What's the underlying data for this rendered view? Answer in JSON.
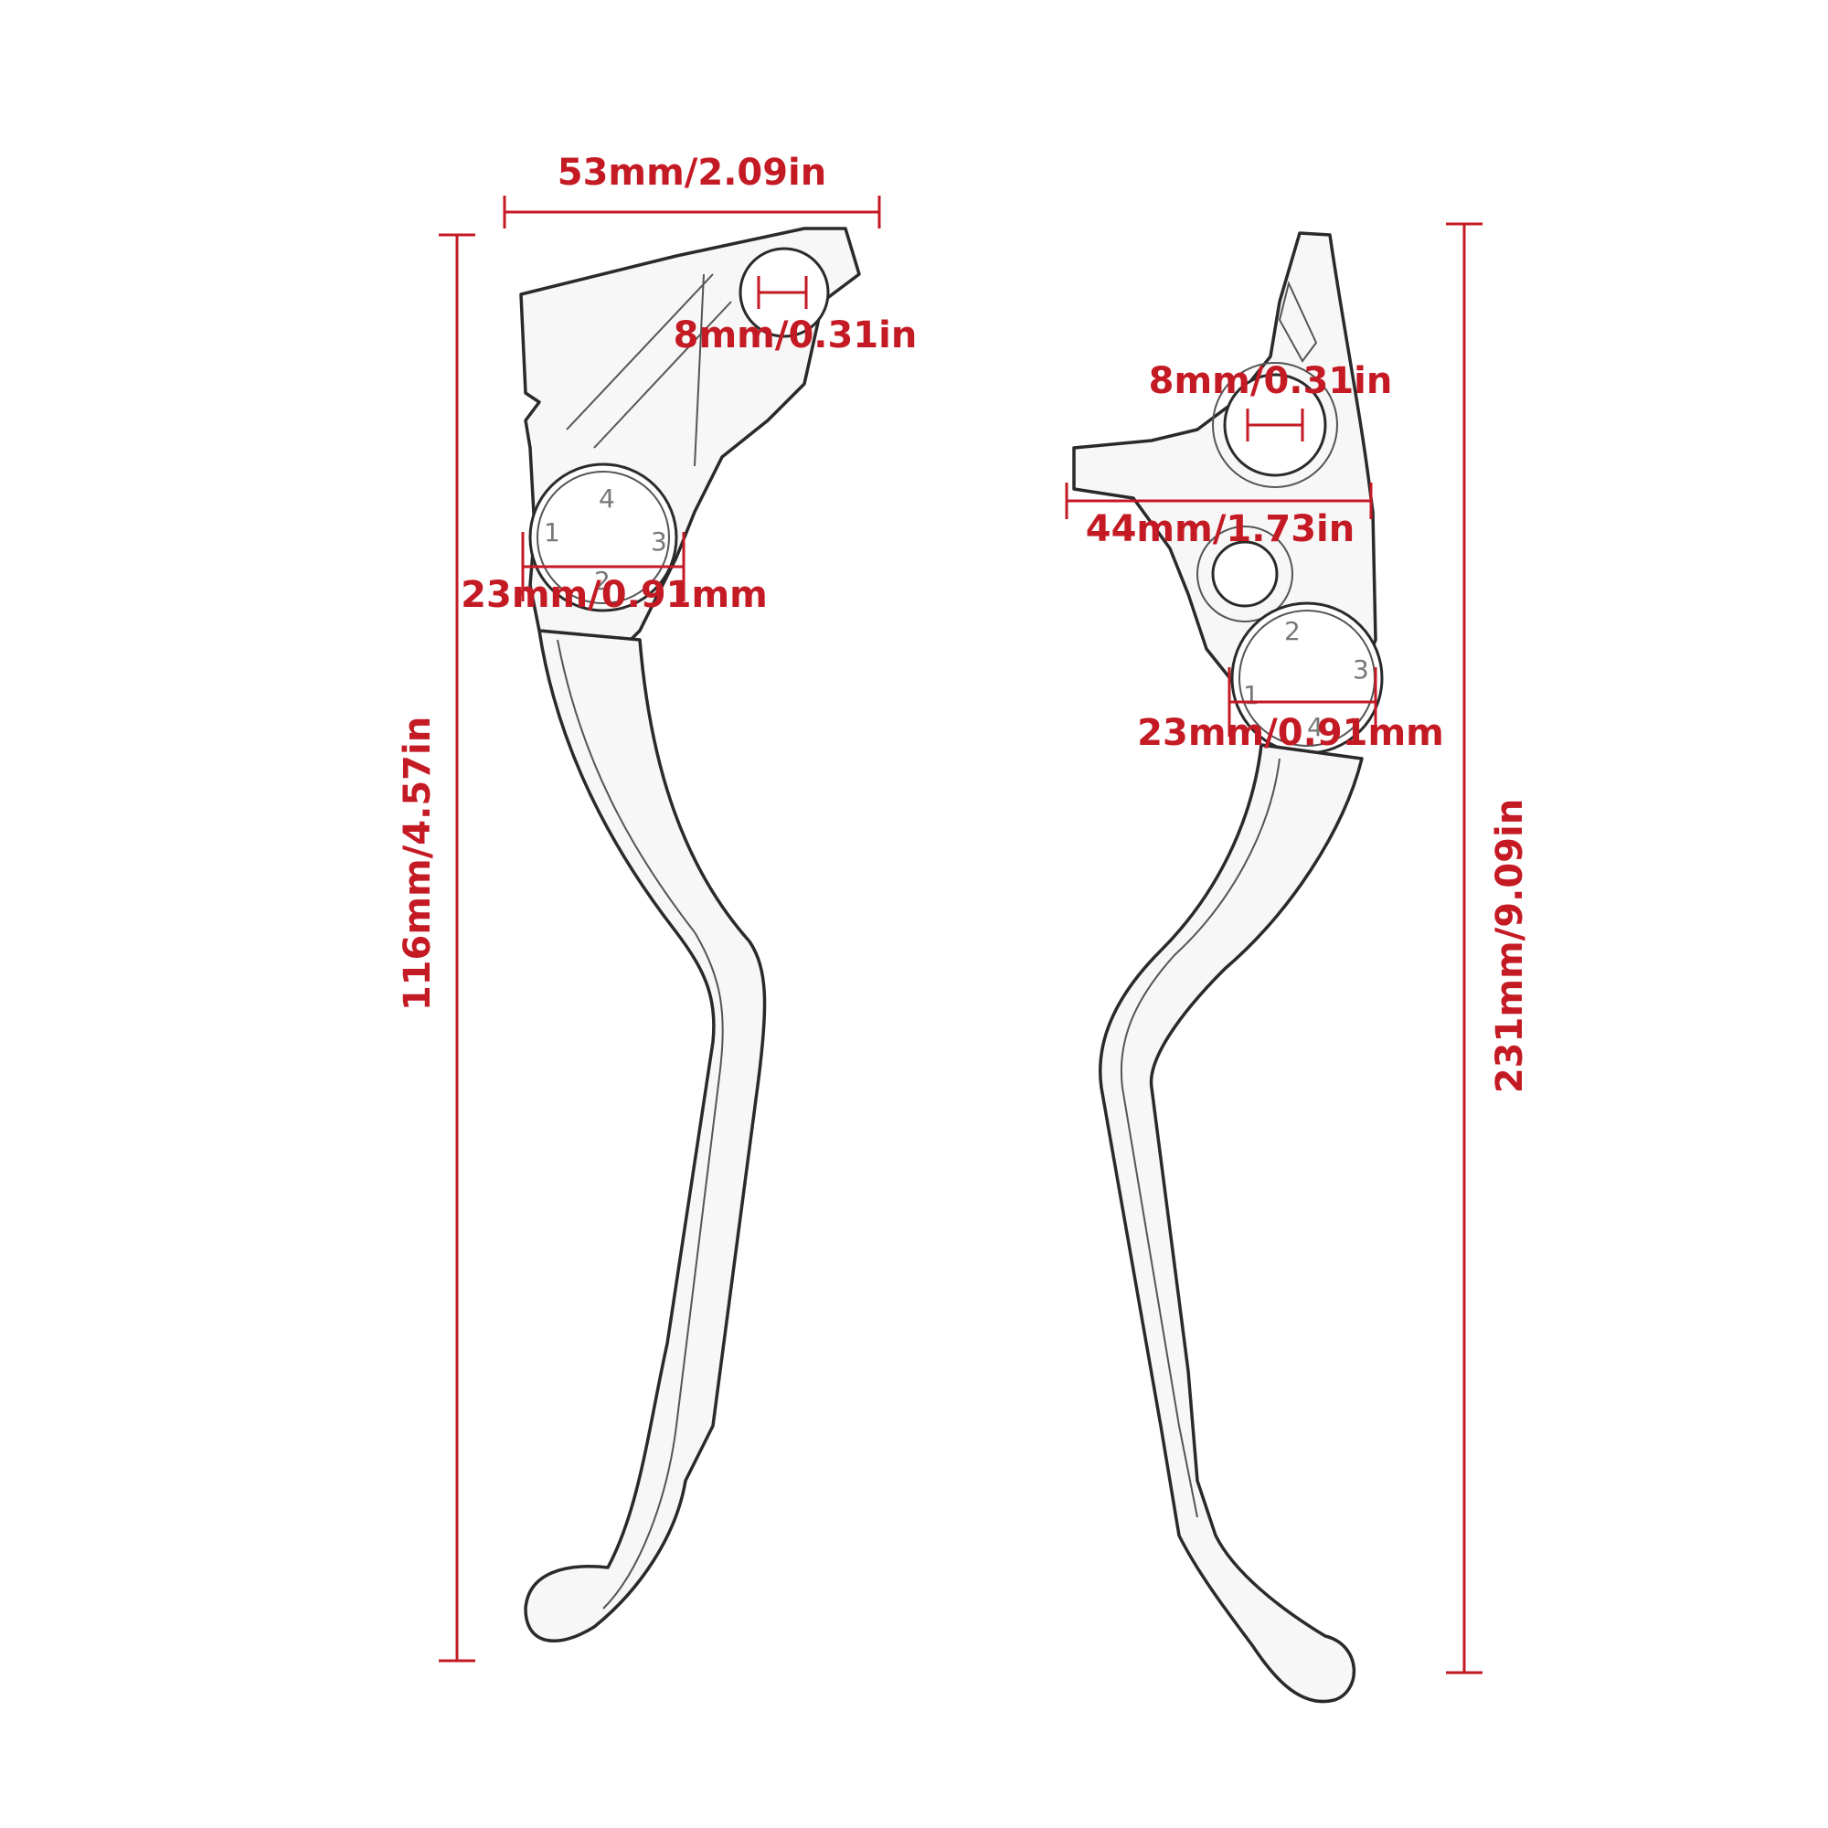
{
  "colors": {
    "dimension": "#c41a24",
    "outline": "#2a2a2a",
    "fill": "#f7f7f7"
  },
  "left_lever": {
    "width_label": "53mm/2.09in",
    "hole_label": "8mm/0.31in",
    "knob_label": "23mm/0.91mm",
    "height_label": "116mm/4.57in",
    "knob_numbers": [
      "1",
      "2",
      "3",
      "4"
    ]
  },
  "right_lever": {
    "hole_label": "8mm/0.31in",
    "width_label": "44mm/1.73in",
    "knob_label": "23mm/0.91mm",
    "height_label": "231mm/9.09in",
    "knob_numbers": [
      "1",
      "2",
      "3",
      "4"
    ]
  }
}
